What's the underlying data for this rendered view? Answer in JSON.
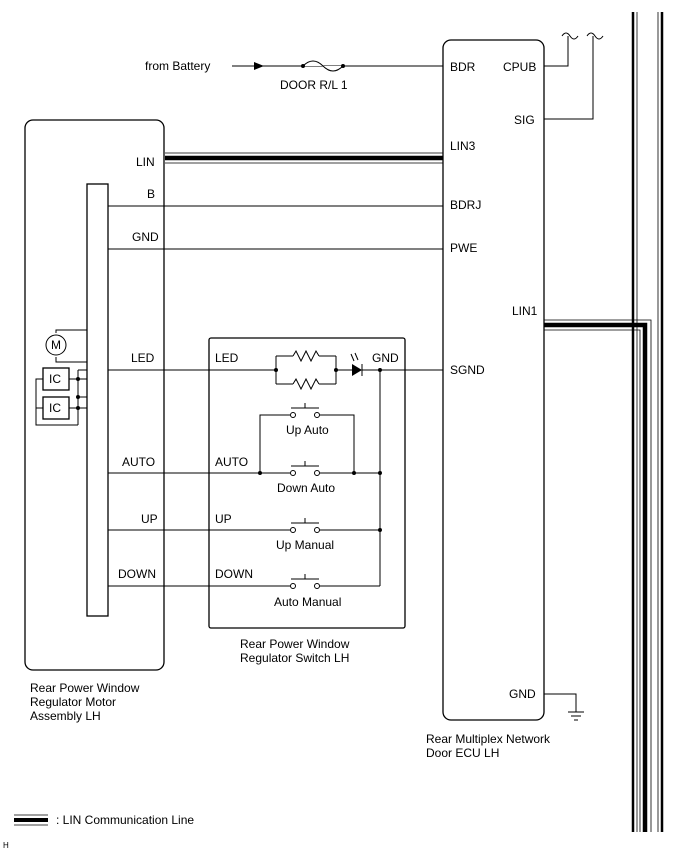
{
  "source": {
    "label": "from Battery"
  },
  "fuse": {
    "label": "DOOR R/L 1"
  },
  "motor_assembly": {
    "pins": {
      "lin": "LIN",
      "b": "B",
      "gnd": "GND",
      "led": "LED",
      "auto": "AUTO",
      "up": "UP",
      "down": "DOWN"
    },
    "motor_symbol": "M",
    "ic_labels": [
      "IC",
      "IC"
    ],
    "caption": [
      "Rear Power Window",
      "Regulator Motor",
      "Assembly LH"
    ]
  },
  "switch_assembly": {
    "pins": {
      "led": "LED",
      "gnd": "GND",
      "auto": "AUTO",
      "up": "UP",
      "down": "DOWN"
    },
    "switches": [
      "Up Auto",
      "Down Auto",
      "Up Manual",
      "Auto Manual"
    ],
    "caption": [
      "Rear Power Window",
      "Regulator Switch LH"
    ]
  },
  "ecu": {
    "pins": {
      "bdr": "BDR",
      "cpub": "CPUB",
      "sig": "SIG",
      "lin3": "LIN3",
      "bdrj": "BDRJ",
      "pwe": "PWE",
      "lin1": "LIN1",
      "sgnd": "SGND",
      "gnd": "GND"
    },
    "caption": [
      "Rear Multiplex Network",
      "Door ECU LH"
    ]
  },
  "legend": {
    "label": ": LIN Communication Line"
  },
  "corner_mark": "H"
}
